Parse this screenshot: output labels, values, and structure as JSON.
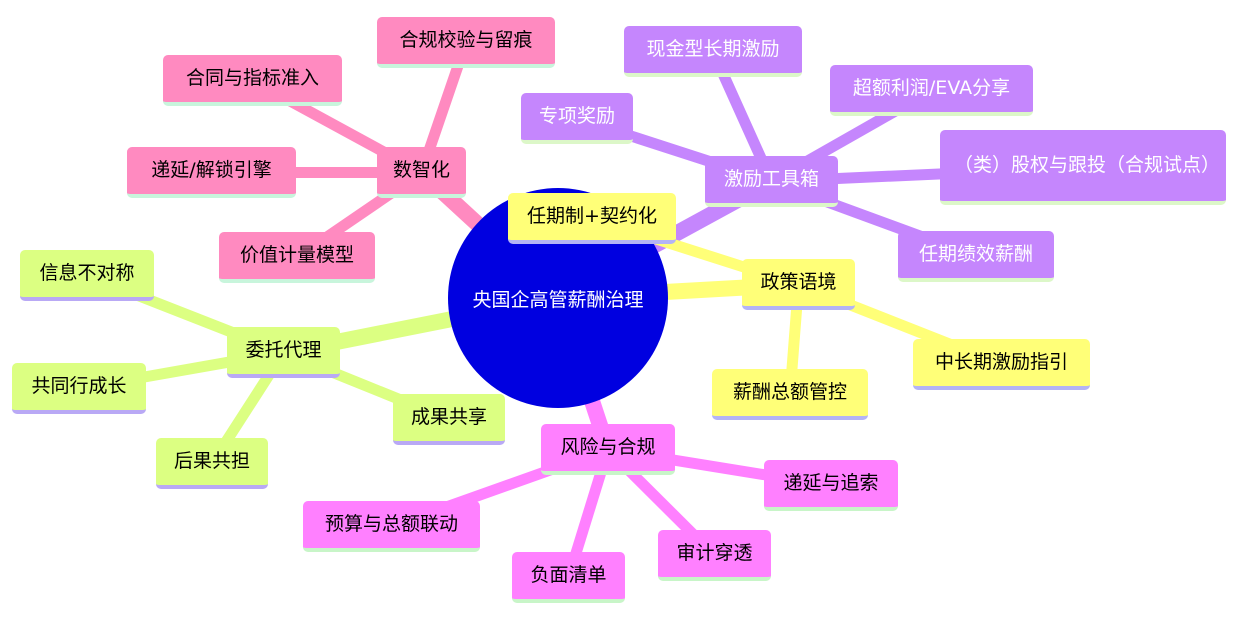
{
  "root": {
    "label": "央国企高管薪酬治理",
    "color": "#0000e0"
  },
  "branches": [
    {
      "id": "digital",
      "label": "数智化",
      "color": "#ff8ac0",
      "text_color": "#000000",
      "underline": "#c8f5dc",
      "children": [
        {
          "id": "d1",
          "label": "合规校验与留痕"
        },
        {
          "id": "d2",
          "label": "合同与指标准入"
        },
        {
          "id": "d3",
          "label": "递延/解锁引擎"
        },
        {
          "id": "d4",
          "label": "价值计量模型"
        }
      ]
    },
    {
      "id": "toolbox",
      "label": "激励工具箱",
      "color": "#c586fd",
      "text_color": "#ffffff",
      "underline": "#dcf7c8",
      "children": [
        {
          "id": "t1",
          "label": "现金型长期激励"
        },
        {
          "id": "t2",
          "label": "专项奖励"
        },
        {
          "id": "t3",
          "label": "超额利润/EVA分享"
        },
        {
          "id": "t4",
          "label": "（类）股权与跟投（合规试点）"
        },
        {
          "id": "t5",
          "label": "任期绩效薪酬"
        }
      ]
    },
    {
      "id": "policy",
      "label": "政策语境",
      "color": "#ffff78",
      "text_color": "#000000",
      "underline": "#b4b4f5",
      "children": [
        {
          "id": "p1",
          "label": "任期制+契约化"
        },
        {
          "id": "p2",
          "label": "中长期激励指引"
        },
        {
          "id": "p3",
          "label": "薪酬总额管控"
        }
      ]
    },
    {
      "id": "agency",
      "label": "委托代理",
      "color": "#dcff82",
      "text_color": "#000000",
      "underline": "#b9a9f5",
      "children": [
        {
          "id": "a1",
          "label": "信息不对称"
        },
        {
          "id": "a2",
          "label": "共同行成长"
        },
        {
          "id": "a3",
          "label": "后果共担"
        },
        {
          "id": "a4",
          "label": "成果共享"
        }
      ]
    },
    {
      "id": "risk",
      "label": "风险与合规",
      "color": "#ff80ff",
      "text_color": "#000000",
      "underline": "#c8f5c8",
      "children": [
        {
          "id": "r1",
          "label": "递延与追索"
        },
        {
          "id": "r2",
          "label": "预算与总额联动"
        },
        {
          "id": "r3",
          "label": "负面清单"
        },
        {
          "id": "r4",
          "label": "审计穿透"
        }
      ]
    }
  ]
}
